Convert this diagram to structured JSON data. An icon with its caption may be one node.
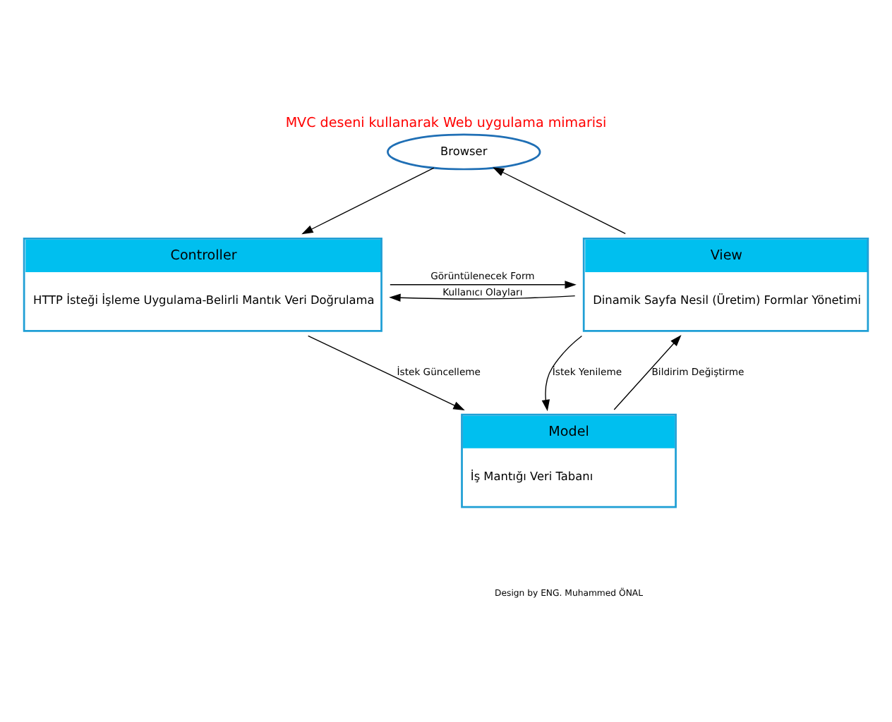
{
  "diagram": {
    "title": "MVC deseni kullanarak Web uygulama mimarisi",
    "nodes": [
      {
        "text": [
          "Browser"
        ]
      },
      {
        "text": [
          "Controller",
          "HTTP İsteği İşleme Uygulama-Belirli Mantık Veri Doğrulama"
        ]
      },
      {
        "text": [
          "View",
          "Dinamik Sayfa Nesil (Üretim) Formlar Yönetimi"
        ]
      },
      {
        "text": [
          "Model",
          "İş Mantığı Veri Tabanı"
        ]
      }
    ],
    "edges": [
      {
        "from": 0,
        "to": 1,
        "arrow": "to"
      },
      {
        "from": 2,
        "to": 0,
        "arrow": "to"
      },
      {
        "from": 1,
        "to": 2,
        "arrow": "to",
        "label": "Görüntülenecek Form"
      },
      {
        "from": 2,
        "to": 1,
        "arrow": "to",
        "label": "Kullanıcı Olayları"
      },
      {
        "from": 1,
        "to": 3,
        "arrow": "to",
        "label": "İstek Güncelleme"
      },
      {
        "from": 3,
        "to": 2,
        "arrow": "to",
        "label": "Bildirim Değiştirme"
      },
      {
        "from": 2,
        "to": 3,
        "arrow": "to",
        "label": "İstek Yenileme"
      }
    ],
    "labels": [
      "Design by ENG. Muhammed ÖNAL"
    ]
  }
}
